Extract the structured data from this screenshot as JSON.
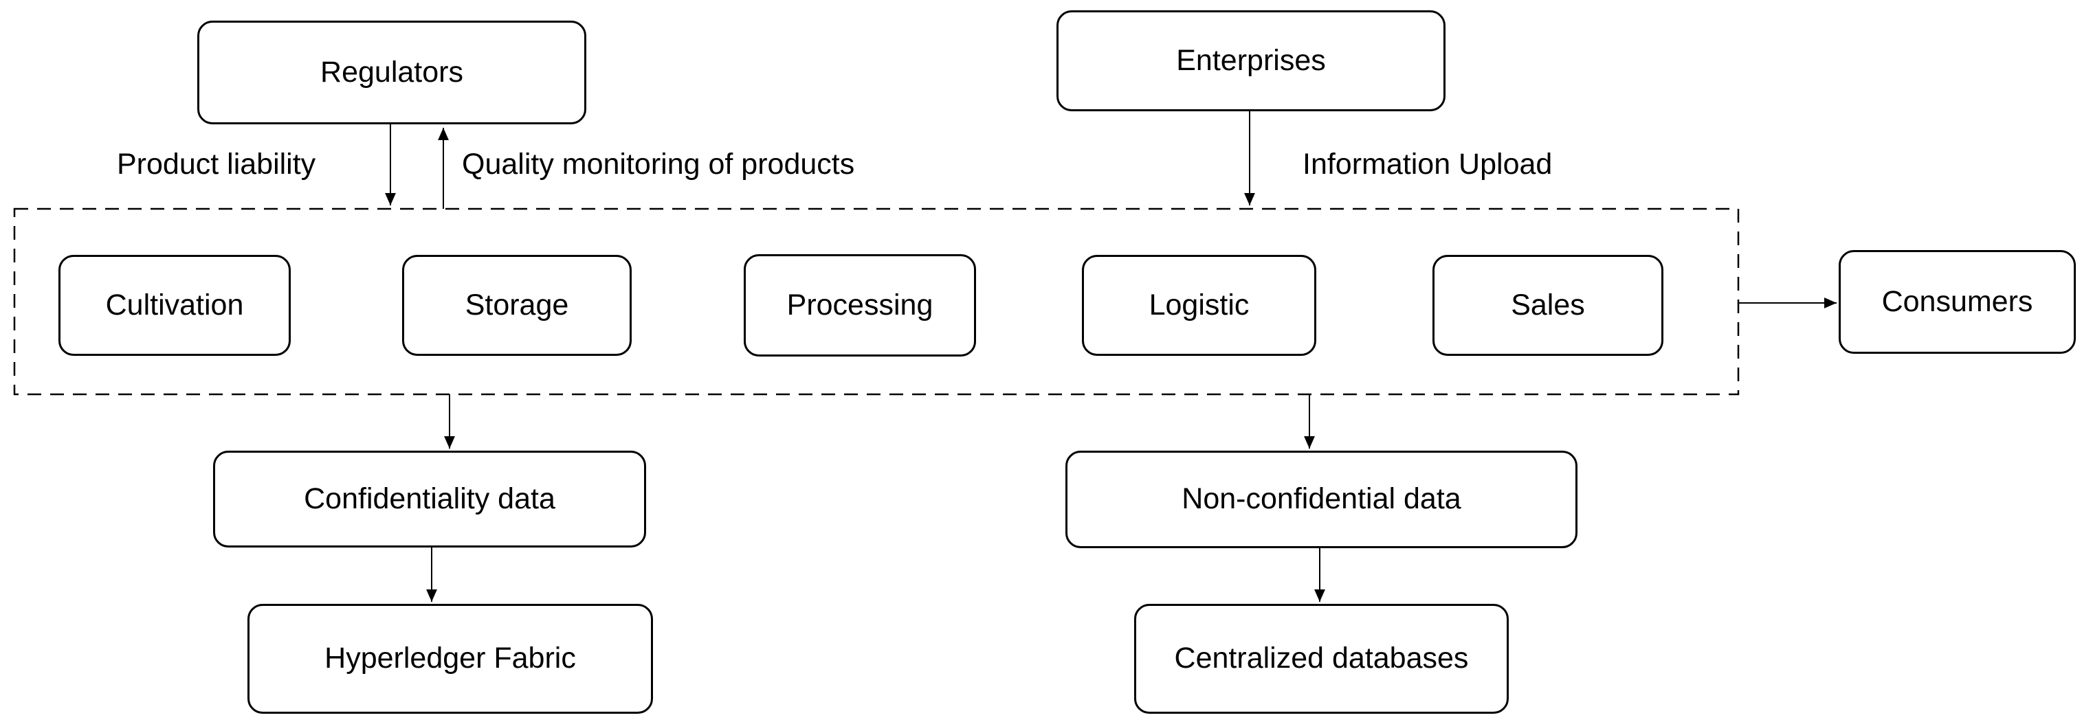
{
  "nodes": {
    "regulators": {
      "label": "Regulators"
    },
    "enterprises": {
      "label": "Enterprises"
    },
    "cultivation": {
      "label": "Cultivation"
    },
    "storage": {
      "label": "Storage"
    },
    "processing": {
      "label": "Processing"
    },
    "logistic": {
      "label": "Logistic"
    },
    "sales": {
      "label": "Sales"
    },
    "consumers": {
      "label": "Consumers"
    },
    "confidentiality_data": {
      "label": "Confidentiality data"
    },
    "hyperledger_fabric": {
      "label": "Hyperledger Fabric"
    },
    "non_confidential_data": {
      "label": "Non-confidential data"
    },
    "centralized_databases": {
      "label": "Centralized databases"
    }
  },
  "edge_labels": {
    "product_liability": "Product liability",
    "quality_monitoring": "Quality monitoring of products",
    "information_upload": "Information Upload"
  },
  "colors": {
    "stroke": "#000000",
    "text": "#000000",
    "background": "#ffffff"
  }
}
